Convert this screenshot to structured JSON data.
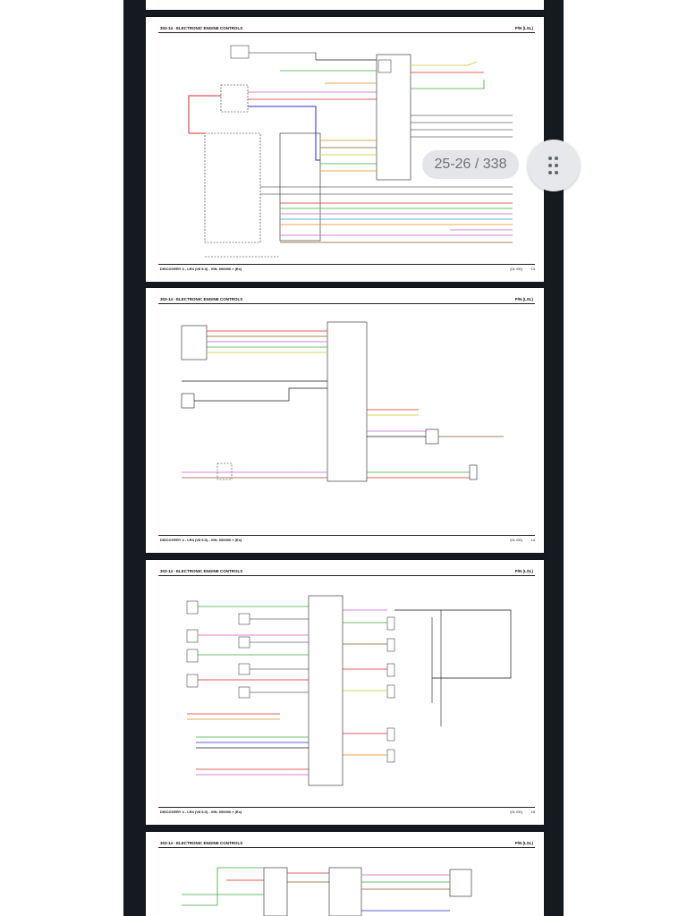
{
  "viewer": {
    "page_indicator": "25-26 / 338",
    "scroll_handle_icon": "drag-handle-icon"
  },
  "pages": [
    {
      "header": "303-14 - ELECTRONIC ENGINE CONTROLS",
      "header_right": "P/N (LSL)",
      "footer": "DISCOVERY 4 - LR4 (V8 5.0) - VIN: 000000 » (Ex)",
      "footer_num": "(01 /00)",
      "footer_page": "13",
      "wire_colors": [
        "#d62c2c",
        "#2b2bd1",
        "#1a1a1a",
        "#3cae3c",
        "#e08a1e",
        "#c7c82a",
        "#c85fc8",
        "#8a5a2a",
        "#22a8b8",
        "#999999"
      ]
    },
    {
      "header": "303-14 - ELECTRONIC ENGINE CONTROLS",
      "header_right": "P/N (LSL)",
      "footer": "DISCOVERY 4 - LR4 (V8 5.0) - VIN: 000000 » (Ex)",
      "footer_num": "(01 /00)",
      "footer_page": "14"
    },
    {
      "header": "303-14 - ELECTRONIC ENGINE CONTROLS",
      "header_right": "P/N (LSL)",
      "footer": "DISCOVERY 4 - LR4 (V8 5.0) - VIN: 000000 » (Ex)",
      "footer_num": "(01 /00)",
      "footer_page": "15"
    },
    {
      "header": "303-14 - ELECTRONIC ENGINE CONTROLS",
      "header_right": "P/N (LSL)"
    }
  ]
}
